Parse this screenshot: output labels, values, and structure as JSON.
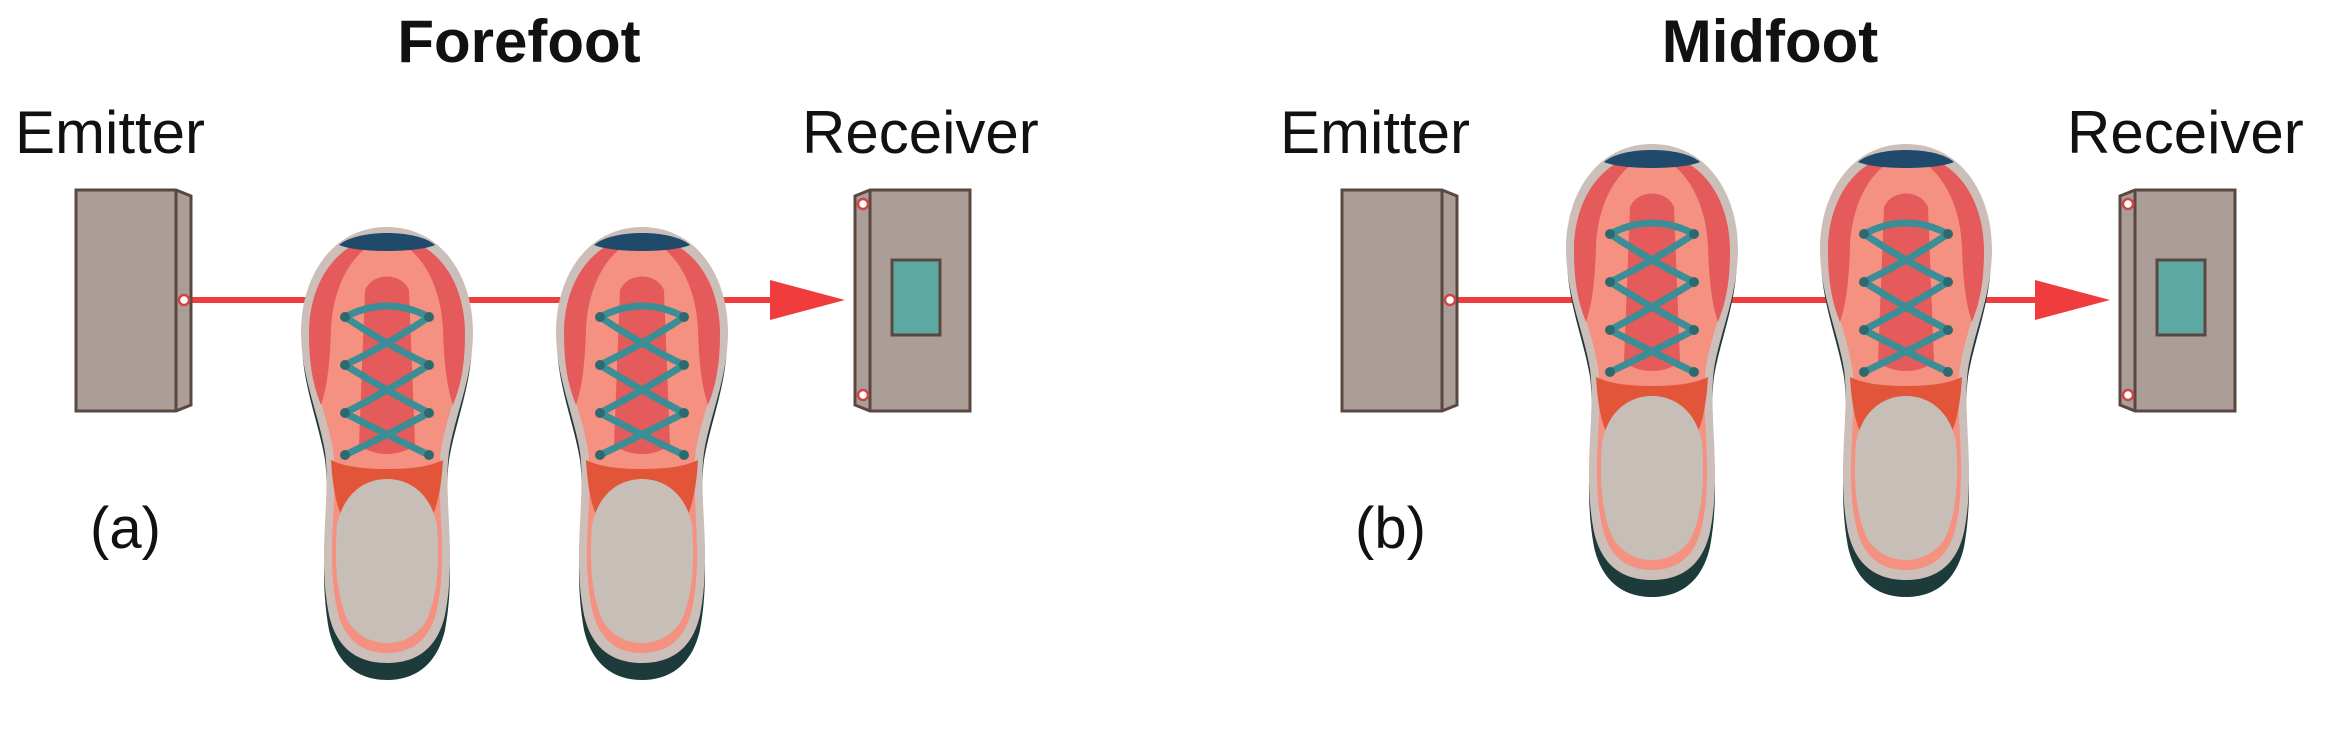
{
  "panels": [
    {
      "title": "Forefoot",
      "emitter_label": "Emitter",
      "receiver_label": "Receiver",
      "panel_label": "(a)"
    },
    {
      "title": "Midfoot",
      "emitter_label": "Emitter",
      "receiver_label": "Receiver",
      "panel_label": "(b)"
    }
  ],
  "colors": {
    "beam": "#f03c3c",
    "device_body": "#ab9e98",
    "device_outline": "#5a4840",
    "receiver_window": "#5ba9a2",
    "shoe_outer": "#ccbfba",
    "shoe_upper": "#f49180",
    "shoe_side": "#e55a5a",
    "shoe_toecap": "#1f4a6b",
    "shoe_heel_patch": "#e25538",
    "shoe_insole": "#c7beb8",
    "shoe_sole": "#1d3b3a",
    "laces": "#3b8e95"
  },
  "icons": [
    "emitter-icon",
    "receiver-icon",
    "shoe-icon",
    "laser-beam-icon"
  ]
}
